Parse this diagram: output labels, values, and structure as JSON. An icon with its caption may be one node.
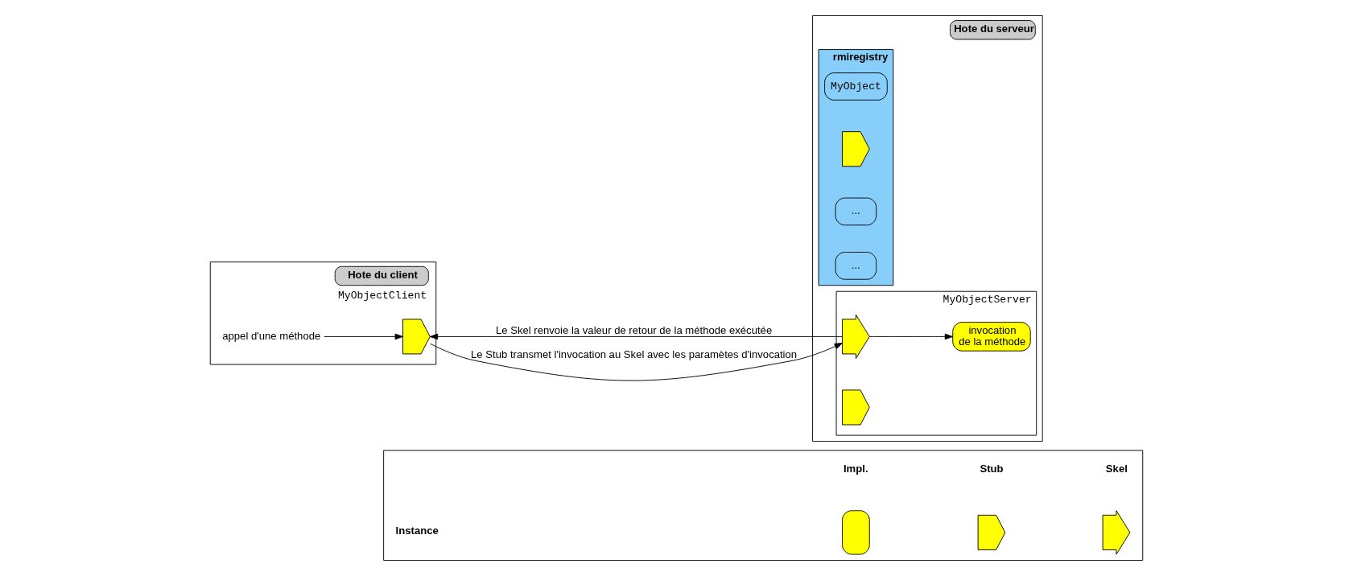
{
  "diagram": {
    "nodes": [
      {
        "text": [
          "Hote du client",
          "MyObjectClient"
        ]
      },
      {
        "text": [
          "appel d'une méthode"
        ],
        "in": 0
      },
      {
        "text": [],
        "shape": "pentagon",
        "in": 0
      },
      {
        "text": [
          "Hote du serveur"
        ]
      },
      {
        "text": [
          "rmiregistry"
        ],
        "in": 3
      },
      {
        "text": [
          "MyObject"
        ],
        "in": 4
      },
      {
        "text": [],
        "shape": "pentagon",
        "in": 4
      },
      {
        "text": [
          "..."
        ],
        "in": 4
      },
      {
        "text": [
          "..."
        ],
        "in": 4
      },
      {
        "text": [
          "MyObjectServer"
        ],
        "in": 3
      },
      {
        "text": [],
        "shape": "chevron",
        "in": 9
      },
      {
        "text": [
          "invocation",
          "de la méthode"
        ],
        "in": 9
      },
      {
        "text": [],
        "shape": "pentagon",
        "in": 9
      },
      {
        "text": [],
        "shape": "box"
      },
      {
        "text": [
          "Impl."
        ],
        "in": 13
      },
      {
        "text": [
          "Stub"
        ],
        "in": 13
      },
      {
        "text": [
          "Skel"
        ],
        "in": 13
      },
      {
        "text": [
          "Instance"
        ],
        "in": 13
      },
      {
        "text": [],
        "shape": "box",
        "in": 13
      },
      {
        "text": [],
        "shape": "pentagon",
        "in": 13
      },
      {
        "text": [],
        "shape": "chevron",
        "in": 13
      }
    ],
    "edges": [
      {
        "from": 1,
        "to": 2,
        "arrow": "to"
      },
      {
        "from": 2,
        "to": 10,
        "arrow": "to",
        "label": "Le Stub transmet l'invocation au Skel avec les paramètes d'invocation"
      },
      {
        "from": 10,
        "to": 2,
        "arrow": "to",
        "label": "Le Skel renvoie la valeur de retour de la méthode exécutée"
      },
      {
        "from": 10,
        "to": 11,
        "arrow": "to"
      }
    ]
  }
}
